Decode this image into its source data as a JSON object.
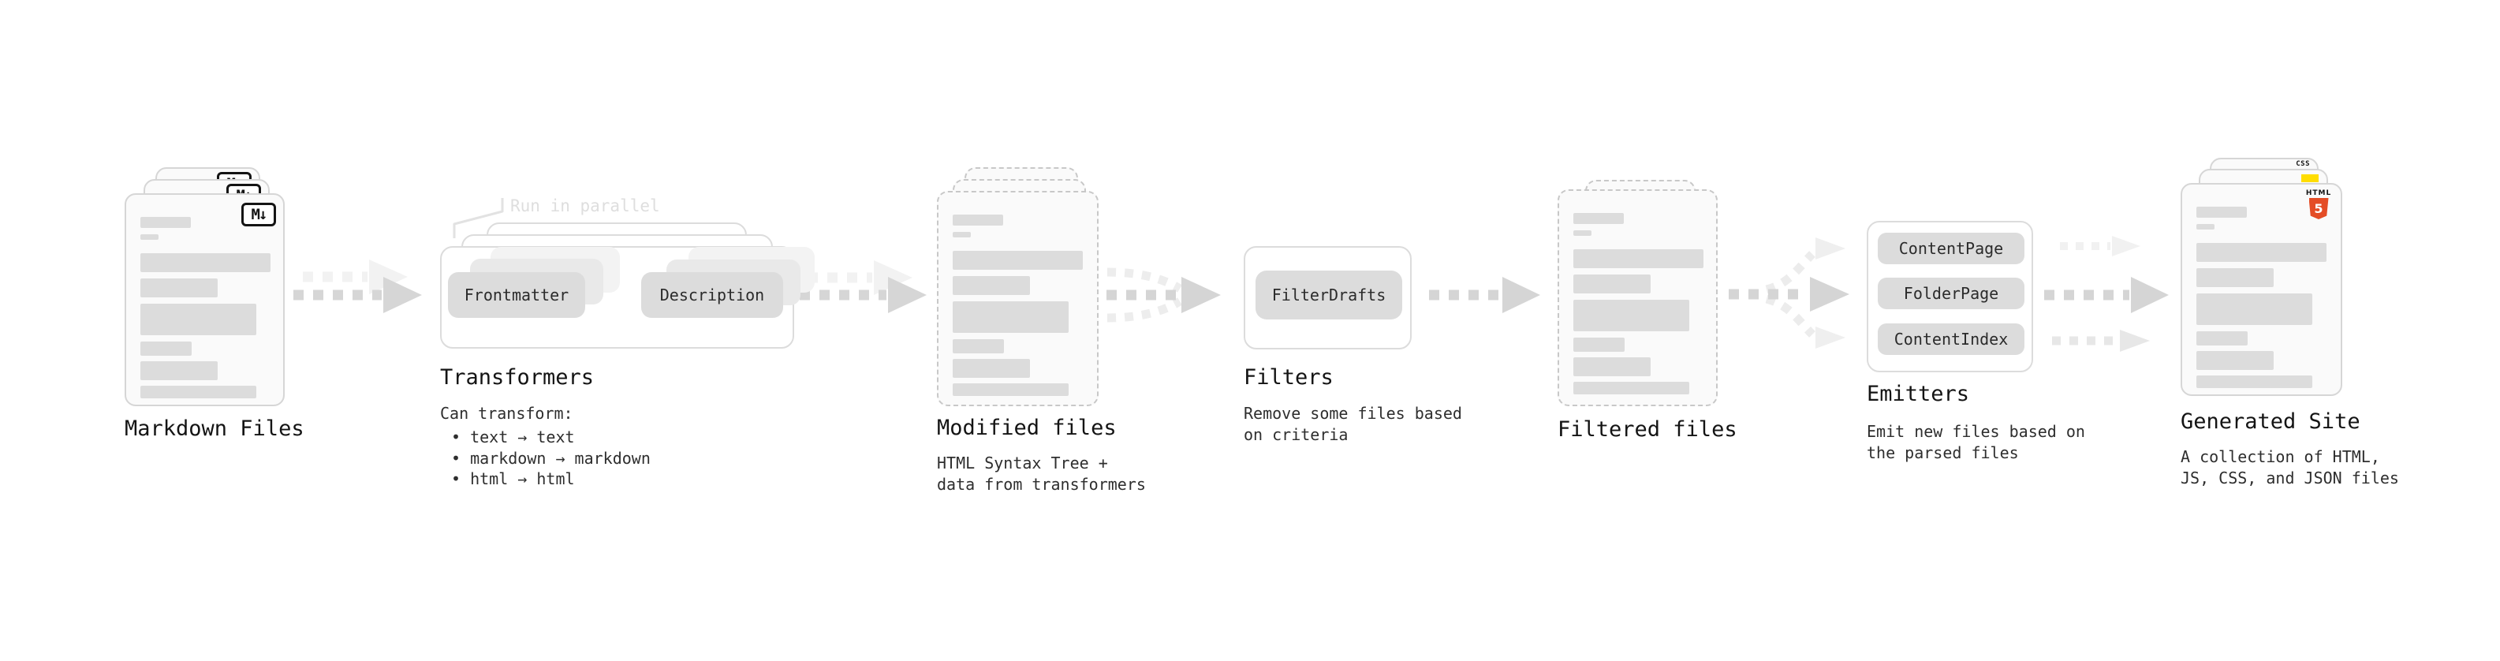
{
  "markdown": {
    "label": "Markdown Files",
    "badge": "M↓"
  },
  "transformers": {
    "title": "Transformers",
    "note": "Run in parallel",
    "chips": [
      "Frontmatter",
      "Description"
    ],
    "desc_title": "Can transform:",
    "bullets": [
      "• text → text",
      "• markdown → markdown",
      "• html → html"
    ]
  },
  "modified": {
    "label": "Modified files",
    "desc": "HTML Syntax Tree +\ndata from transformers"
  },
  "filters": {
    "title": "Filters",
    "chips": [
      "FilterDrafts"
    ],
    "desc": "Remove some files based\non criteria"
  },
  "filtered": {
    "label": "Filtered files"
  },
  "emitters": {
    "title": "Emitters",
    "chips": [
      "ContentPage",
      "FolderPage",
      "ContentIndex"
    ],
    "desc": "Emit new files based on\nthe parsed files"
  },
  "generated": {
    "label": "Generated Site",
    "desc": "A collection of HTML,\nJS, CSS, and JSON files",
    "badges": {
      "html_label": "HTML",
      "html_number": "5",
      "css": "CSS"
    }
  },
  "colors": {
    "arrow": "#d5d5d5",
    "arrow_ghost": "#f1f1f1",
    "chip_bg": "#dcdcdc",
    "card_border": "#d6d6d6",
    "skeleton": "#dcdcdc",
    "html5_orange": "#e44d26",
    "js_yellow": "#ffdd00",
    "css_blue": "#2f6df6",
    "note_gray": "#dedede"
  }
}
